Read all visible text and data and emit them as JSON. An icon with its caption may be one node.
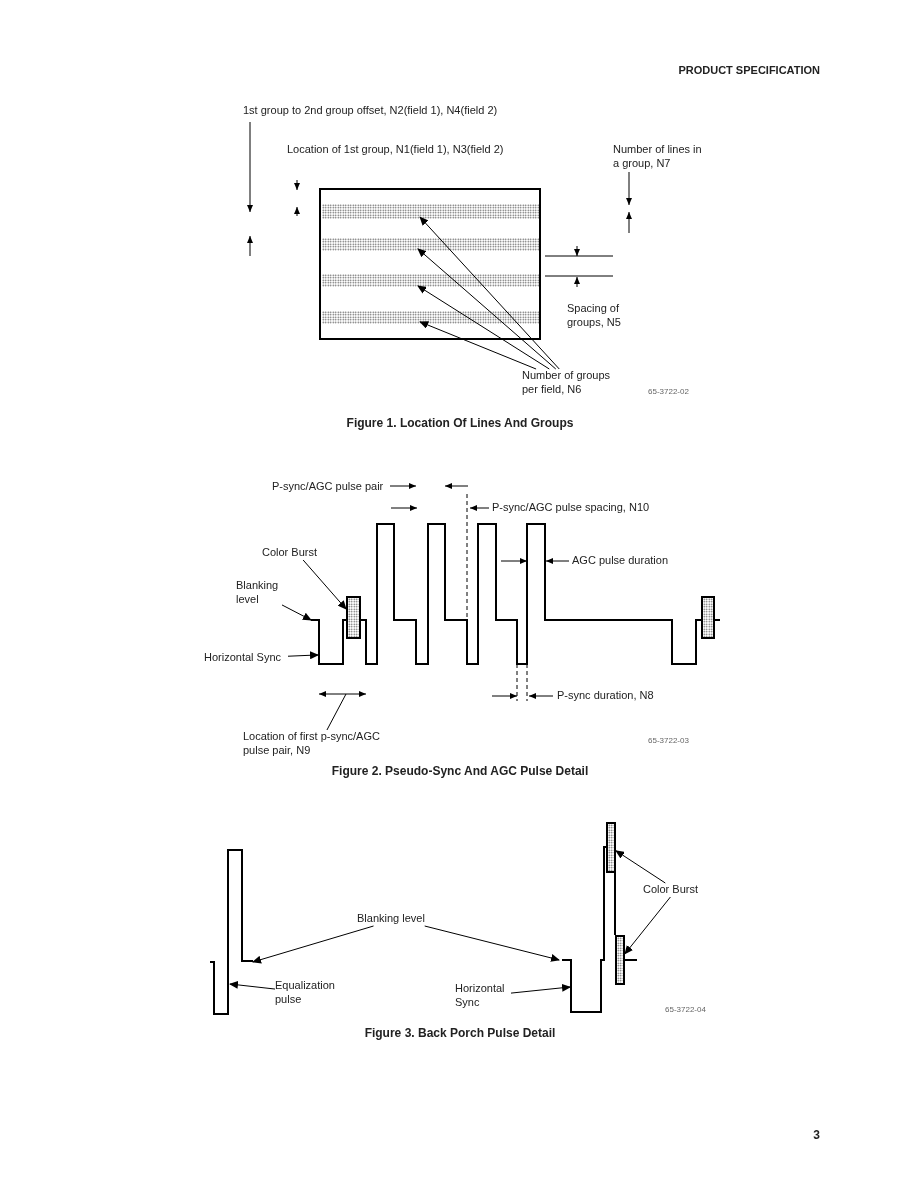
{
  "diagram": {
    "nodes": [
      {
        "text": [],
        "shape": "box"
      },
      {
        "text": [],
        "shape": "bar",
        "in": 0
      },
      {
        "text": [],
        "shape": "bar",
        "in": 0
      },
      {
        "text": [],
        "shape": "bar",
        "in": 0
      },
      {
        "text": [],
        "shape": "bar",
        "in": 0
      },
      {
        "text": [
          "Number of groups per field, N6"
        ]
      },
      {
        "text": [],
        "shape": "picture"
      },
      {
        "text": [],
        "shape": "box",
        "in": 6
      },
      {
        "text": [],
        "shape": "box",
        "in": 6
      },
      {
        "text": [
          "Color Burst"
        ]
      },
      {
        "text": [
          "Blanking level"
        ]
      },
      {
        "text": [
          "Horizontal Sync"
        ]
      },
      {
        "text": [
          "Location of first p-sync/AGC pulse pair, N9"
        ]
      },
      {
        "text": [],
        "shape": "picture"
      },
      {
        "text": [],
        "shape": "picture"
      },
      {
        "text": [],
        "shape": "box",
        "in": 14
      },
      {
        "text": [],
        "shape": "box",
        "in": 14
      },
      {
        "text": [
          "Blanking level"
        ]
      },
      {
        "text": [
          "Equalization pulse"
        ]
      },
      {
        "text": [
          "Horizontal Sync"
        ]
      },
      {
        "text": [
          "Color Burst"
        ]
      }
    ],
    "edges": [
      {
        "from": 5,
        "to": 1,
        "arrow": "to"
      },
      {
        "from": 5,
        "to": 2,
        "arrow": "to"
      },
      {
        "from": 5,
        "to": 3,
        "arrow": "to"
      },
      {
        "from": 5,
        "to": 4,
        "arrow": "to"
      },
      {
        "from": 9,
        "to": 7,
        "arrow": "to"
      },
      {
        "from": 10,
        "to": 6,
        "arrow": "to"
      },
      {
        "from": 11,
        "to": 6,
        "arrow": "to"
      },
      {
        "from": 12,
        "to": null,
        "arrow": "none"
      },
      {
        "from": 17,
        "to": 13,
        "arrow": "to"
      },
      {
        "from": 17,
        "to": 14,
        "arrow": "to"
      },
      {
        "from": 18,
        "to": 13,
        "arrow": "to"
      },
      {
        "from": 19,
        "to": 14,
        "arrow": "to"
      },
      {
        "from": 20,
        "to": 15,
        "arrow": "to"
      },
      {
        "from": 20,
        "to": 16,
        "arrow": "to"
      }
    ],
    "labels": [
      "PRODUCT SPECIFICATION",
      "1st group to 2nd group offset, N2(field 1), N4(field 2)",
      "Location of 1st group, N1(field 1), N3(field 2)",
      "Number of lines in a group, N7",
      "Spacing of groups, N5",
      "65-3722-02",
      "Figure 1. Location Of Lines And Groups",
      "P-sync/AGC pulse pair",
      "P-sync/AGC pulse spacing, N10",
      "AGC pulse duration",
      "P-sync duration, N8",
      "65-3722-03",
      "Figure 2. Pseudo-Sync And AGC Pulse Detail",
      "65-3722-04",
      "Figure 3. Back Porch Pulse Detail",
      "3"
    ]
  }
}
